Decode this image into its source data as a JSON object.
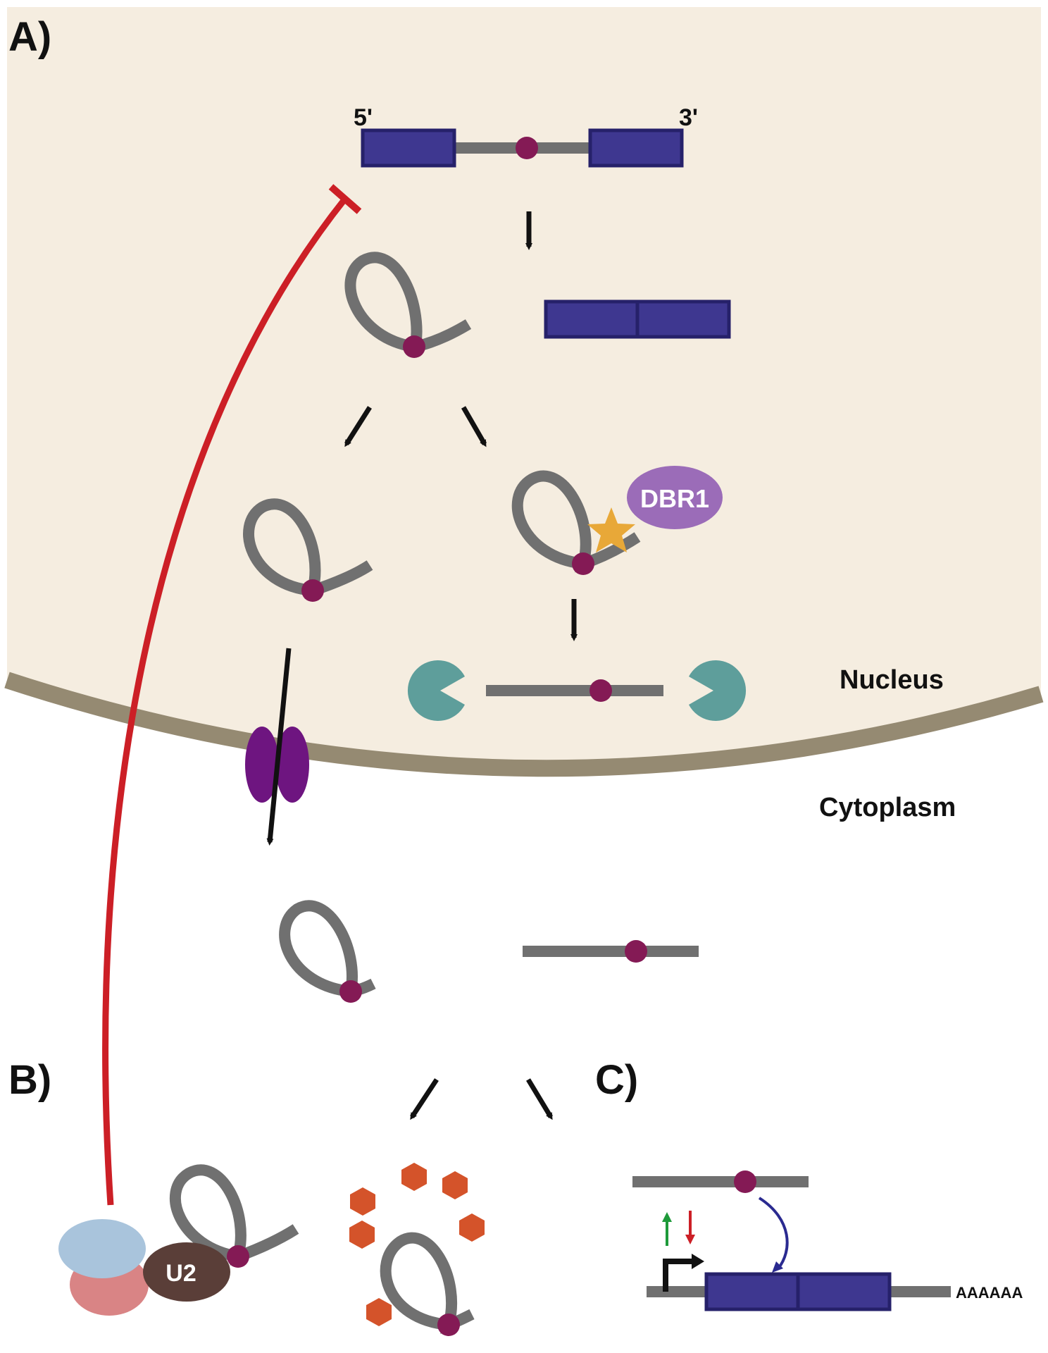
{
  "panels": {
    "a": "A)",
    "b": "B)",
    "c": "C)"
  },
  "pre_mrna": {
    "five_prime": "5'",
    "three_prime": "3'"
  },
  "enzymes": {
    "dbr1": "DBR1",
    "u2": "U2"
  },
  "compartments": {
    "nucleus": "Nucleus",
    "cytoplasm": "Cytoplasm"
  },
  "poly_a_tail": "AAAAAA",
  "colors": {
    "nucleus_bg": "#f5ede0",
    "nuclear_envelope": "#958a72",
    "exon": "#3e3790",
    "exon_border": "#26216a",
    "intron": "#707070",
    "branchpoint": "#841a55",
    "inhibition": "#cc1f26",
    "dbr1": "#9b6cb8",
    "star": "#e8a838",
    "exonuclease": "#5e9e9b",
    "nuclear_pore": "#6e1580",
    "binding_protein": "#d4532a",
    "u2": "#5a3e38",
    "snrnp_blue": "#a9c4dc",
    "snrnp_pink": "#d98485",
    "up_arrow": "#1e9a3a",
    "down_arrow": "#cc1f26",
    "curved_arrow": "#2a2a90"
  },
  "icons": [
    "lariat-icon",
    "branchpoint-icon",
    "exon-icon",
    "star-icon",
    "nuclear-pore-icon",
    "exonuclease-icon",
    "promoter-arrow-icon"
  ]
}
